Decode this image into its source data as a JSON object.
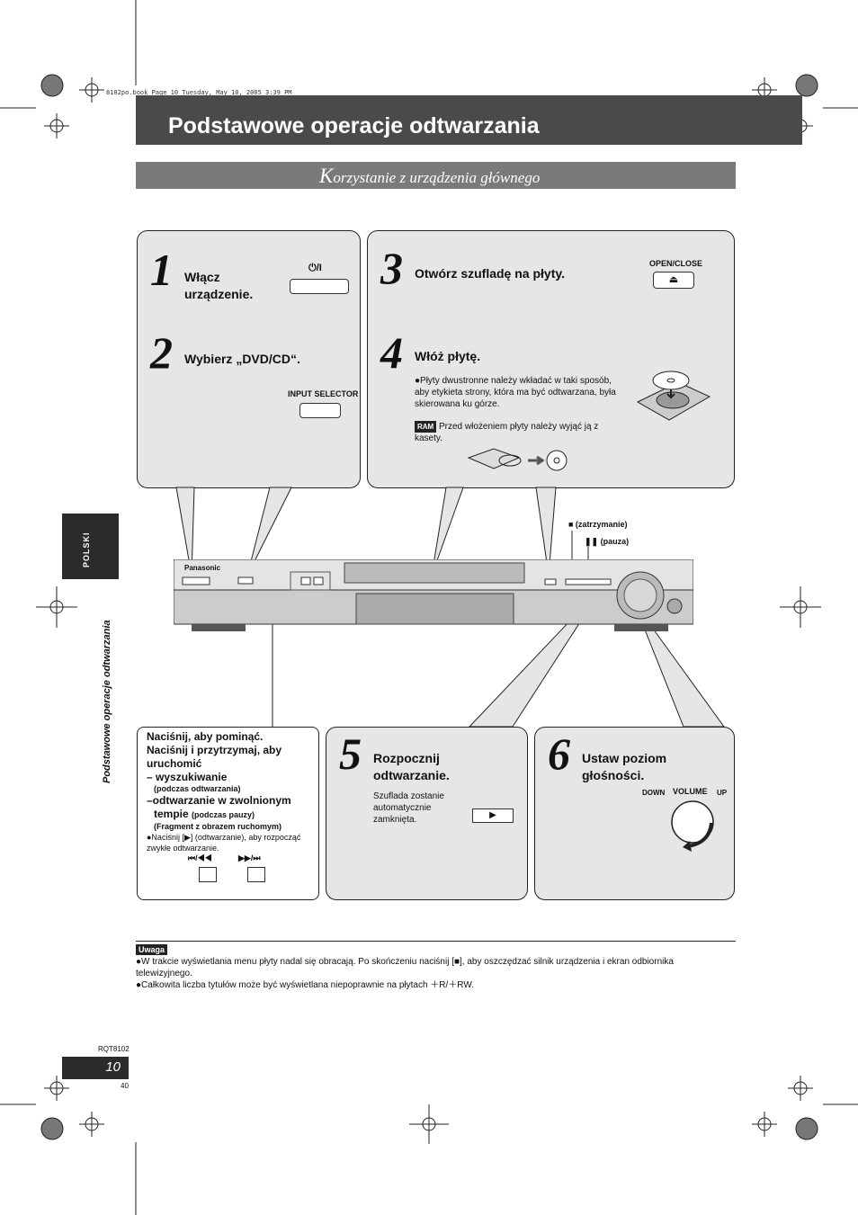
{
  "header_meta": "8102po.book  Page 10  Tuesday, May 10, 2005  3:39 PM",
  "title": "Podstawowe operacje odtwarzania",
  "subtitle_initial": "K",
  "subtitle_rest": "orzystanie z urządzenia głównego",
  "side_tab": "POLSKI",
  "side_text": "Podstawowe operacje odtwarzania",
  "steps": {
    "s1": {
      "num": "1",
      "line1": "Włącz",
      "line2": "urządzenie.",
      "btn_label": "⏻/I"
    },
    "s2": {
      "num": "2",
      "text": "Wybierz „DVD/CD“.",
      "btn_label": "INPUT SELECTOR"
    },
    "s3": {
      "num": "3",
      "text": "Otwórz szufladę na płyty.",
      "btn_label": "OPEN/CLOSE",
      "btn_glyph": "⏏"
    },
    "s4": {
      "num": "4",
      "text": "Włóż płytę.",
      "note1": "●Płyty dwustronne należy wkładać w taki sposób, aby etykieta strony, która ma być odtwarzana, była skierowana ku górze.",
      "ram": "RAM",
      "note2": "Przed włożeniem płyty należy wyjąć ją z kasety."
    },
    "s5": {
      "num": "5",
      "line1": "Rozpocznij",
      "line2": "odtwarzanie.",
      "note": "Szuflada zostanie automatycznie zamknięta.",
      "btn_glyph": "▶"
    },
    "s6": {
      "num": "6",
      "line1": "Ustaw poziom",
      "line2": "głośności.",
      "down": "DOWN",
      "volume": "VOLUME",
      "up": "UP"
    }
  },
  "device": {
    "brand": "Panasonic",
    "stop_label": "■ (zatrzymanie)",
    "pause_label": "❚❚ (pauza)"
  },
  "skip_panel": {
    "l1": "Naciśnij, aby pominąć.",
    "l2": "Naciśnij i przytrzymaj, aby uruchomić",
    "l3": "– wyszukiwanie",
    "l4": "(podczas odtwarzania)",
    "l5": "–odtwarzanie w zwolnionym",
    "l6a": "tempie",
    "l6b": "(podczas pauzy)",
    "l7": "(Fragment z obrazem ruchomym)",
    "l8": "●Naciśnij [▶] (odtwarzanie), aby rozpocząć zwykłe odtwarzanie.",
    "icon_left": "⏮/◀◀",
    "icon_right": "▶▶/⏭"
  },
  "notes": {
    "label": "Uwaga",
    "n1": "●W trakcie wyświetlania menu płyty nadal się obracają. Po skończeniu naciśnij [■], aby oszczędzać silnik urządzenia i ekran odbiornika telewizyjnego.",
    "n2": "●Całkowita liczba tytułów może być wyświetlana niepoprawnie na płytach ＋R/＋RW."
  },
  "footer": {
    "code": "RQT8102",
    "page": "10",
    "sub": "40"
  }
}
